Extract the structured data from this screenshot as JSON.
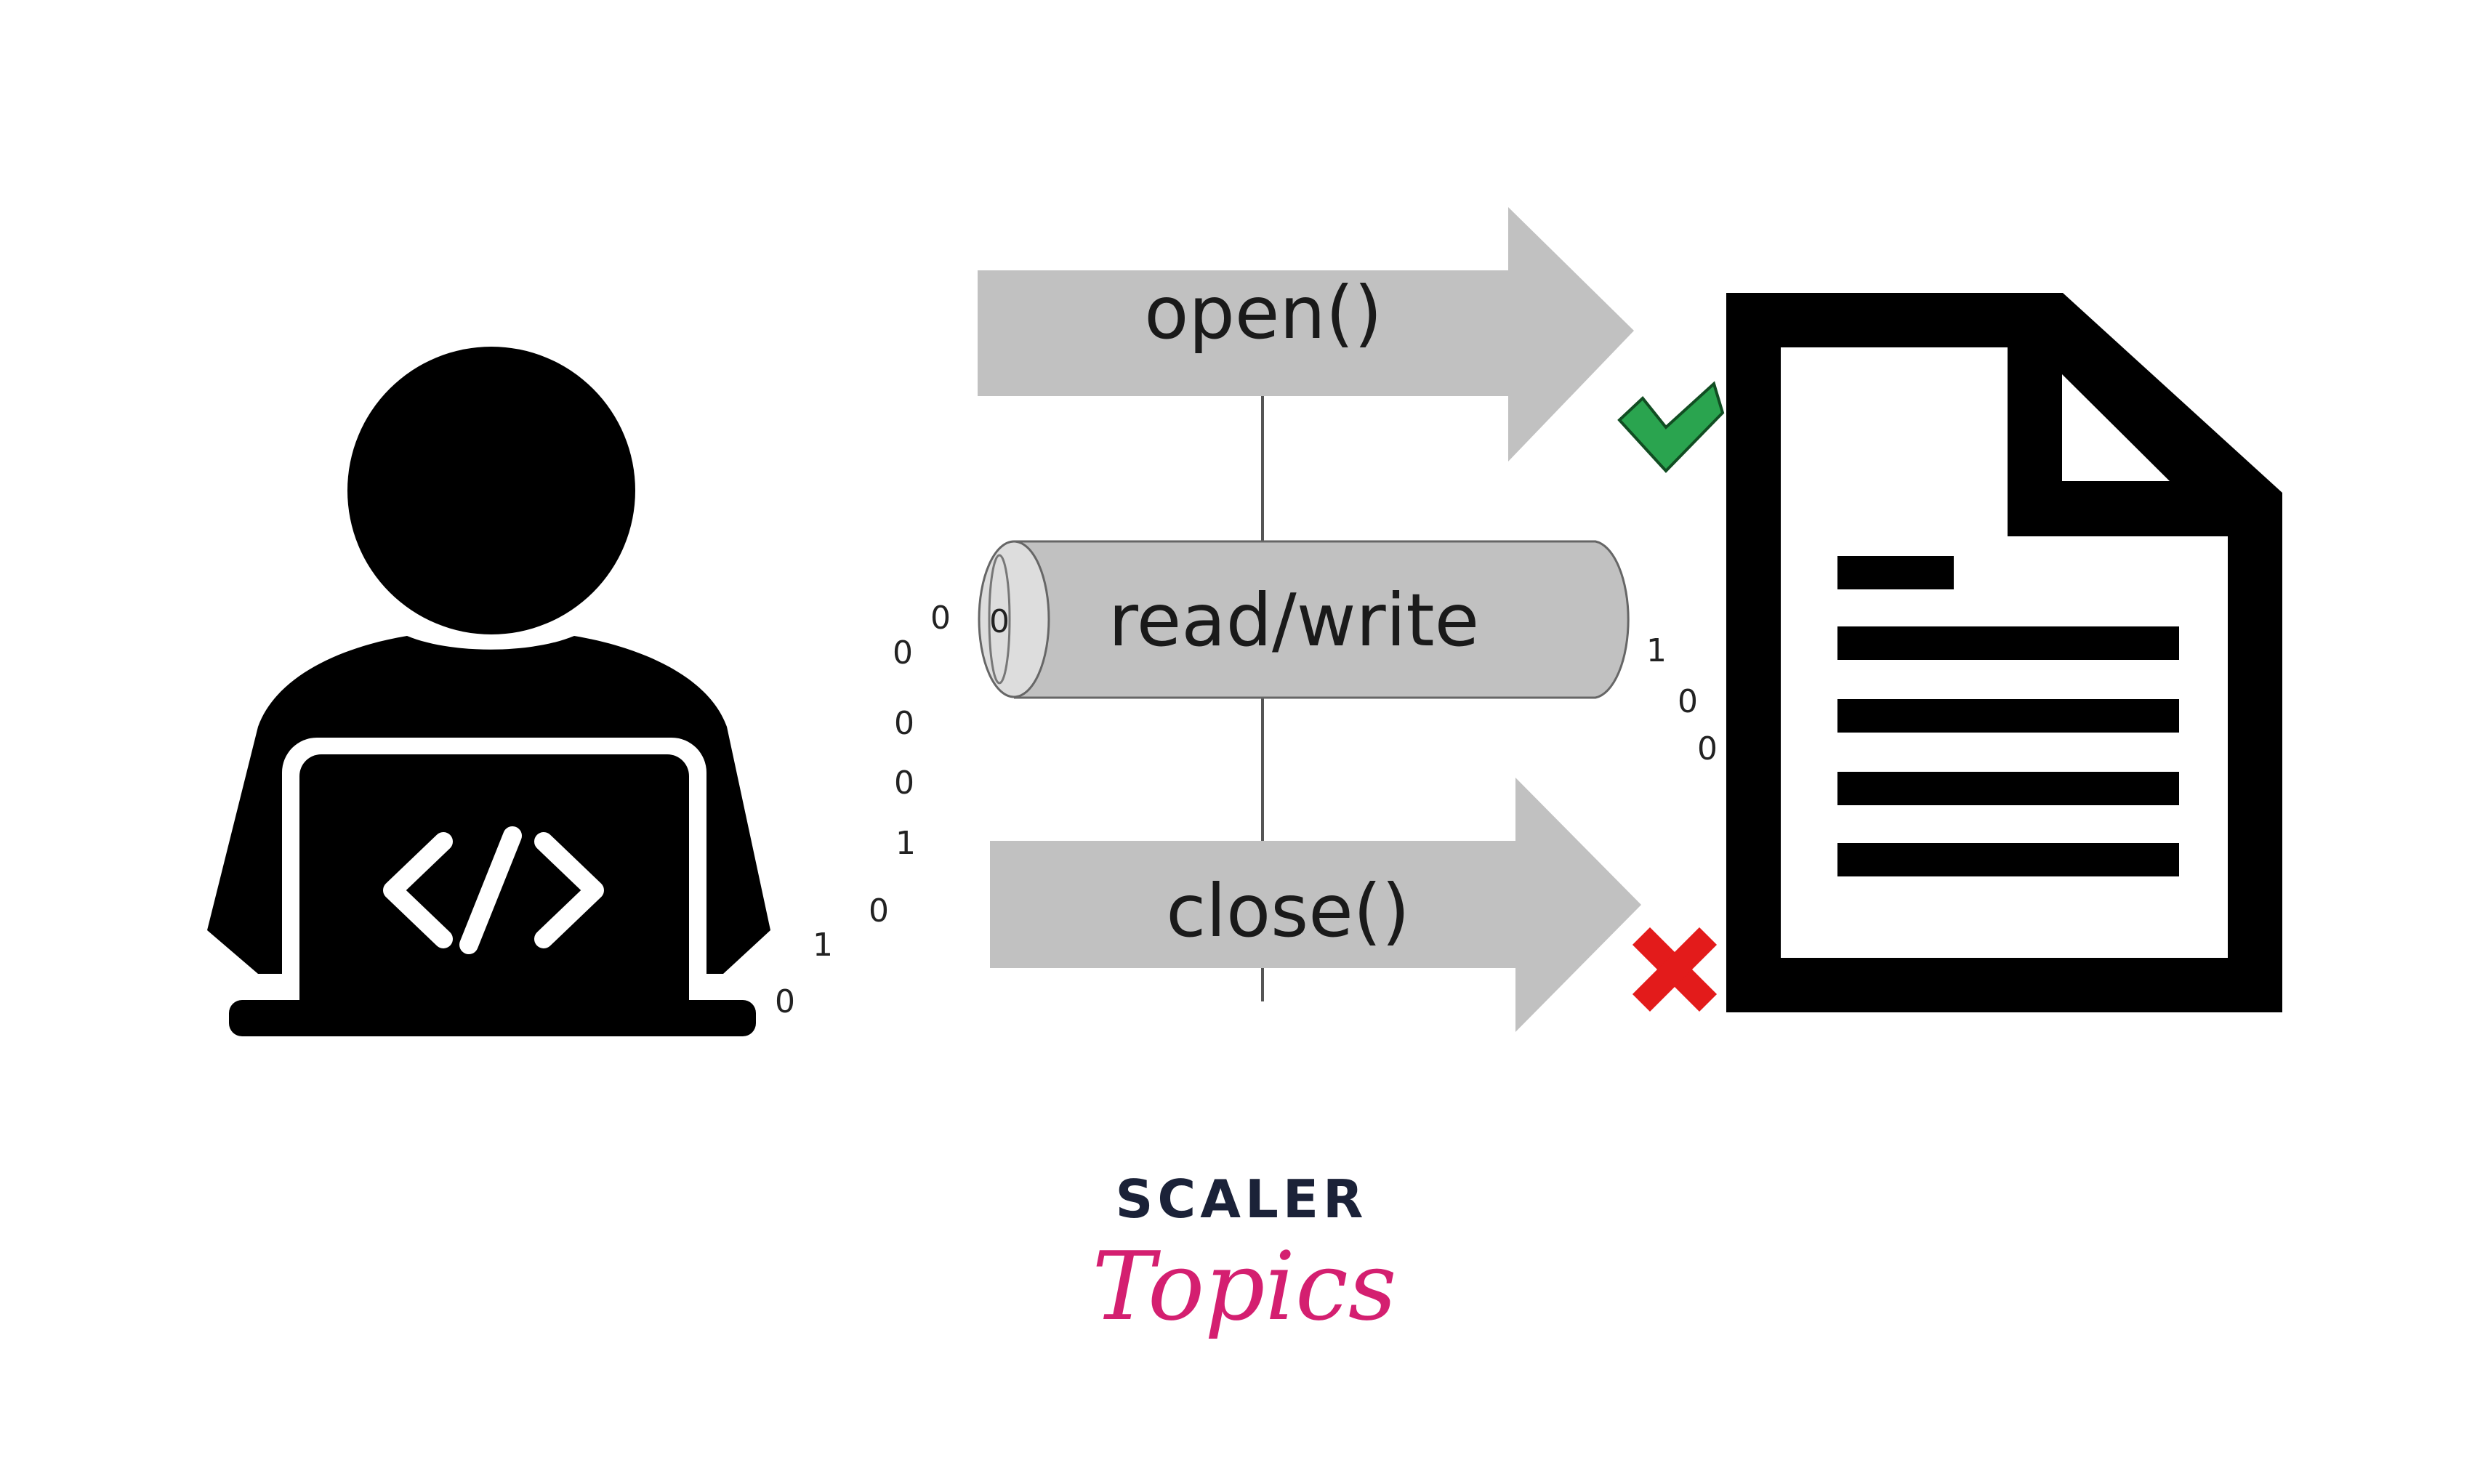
{
  "diagram": {
    "operations": {
      "open": "open()",
      "readwrite": "read/write",
      "close": "close()"
    },
    "bits_left": [
      "0",
      "0",
      "0",
      "0",
      "1",
      "0",
      "1",
      "0",
      "0"
    ],
    "bits_right": [
      "1",
      "0",
      "0"
    ],
    "pipe_inner_bit": "0",
    "status": {
      "open": "success",
      "close": "closed"
    }
  },
  "brand": {
    "line1": "SCALER",
    "line2": "Topics"
  },
  "colors": {
    "arrow_fill": "#c1c1c1",
    "icon_black": "#000000",
    "check_green": "#2aa44f",
    "cross_red": "#e31b1b",
    "brand_navy": "#1b2238",
    "brand_pink": "#d41f70"
  }
}
